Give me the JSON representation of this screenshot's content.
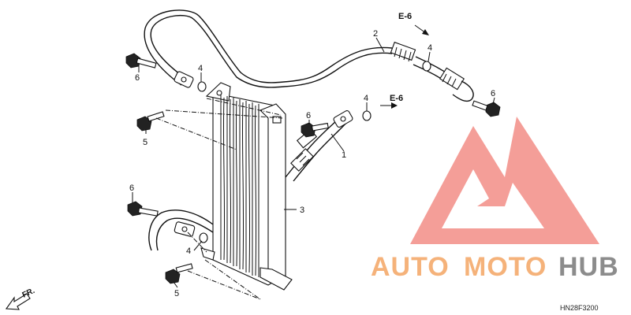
{
  "diagram": {
    "callouts": {
      "c1": "1",
      "c2": "2",
      "c3": "3",
      "c4_a": "4",
      "c4_b": "4",
      "c4_c": "4",
      "c4_d": "4",
      "c5_a": "5",
      "c5_b": "5",
      "c6_a": "6",
      "c6_b": "6",
      "c6_c": "6",
      "c6_d": "6"
    },
    "refs": {
      "ref_a": "E-6",
      "ref_b": "E-6"
    },
    "direction": "FR.",
    "drawing_code": "HN28F3200"
  },
  "watermark": {
    "text_auto": "AUTO",
    "text_moto": "MOTO",
    "text_hub": "HUB",
    "colors": {
      "orange": "#f5b27a",
      "salmon": "#f28d86",
      "gray": "#8c8c8c"
    }
  }
}
